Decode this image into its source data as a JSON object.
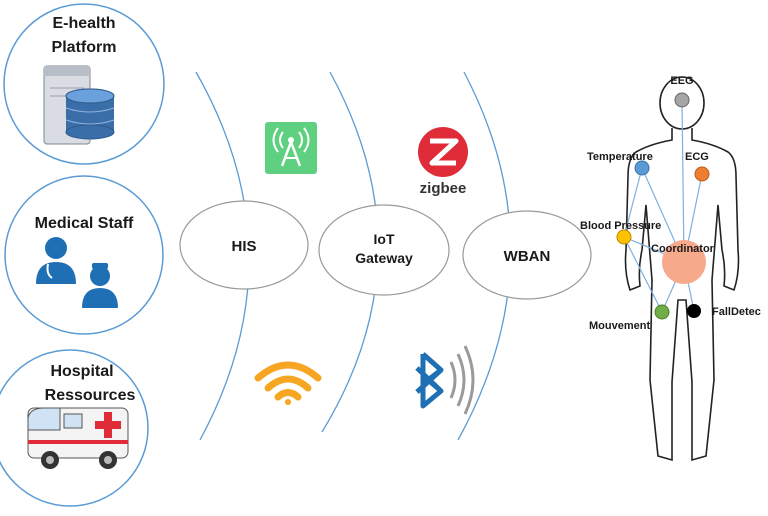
{
  "left_entities": [
    {
      "line1": "E-health",
      "line2": "Platform"
    },
    {
      "line1": "Medical Staff"
    },
    {
      "line1": "Hospital",
      "line2": "Ressources"
    }
  ],
  "layers": {
    "his": "HIS",
    "gateway_line1": "IoT",
    "gateway_line2": "Gateway",
    "wban": "WBAN"
  },
  "zigbee_label": "zigbee",
  "body_sensors": {
    "eeg": "EEG",
    "temperature": "Temperature",
    "ecg": "ECG",
    "blood_pressure": "Blood Pressure",
    "coordinator": "Coordinator",
    "movement": "Mouvement",
    "fall": "FallDetec"
  },
  "colors": {
    "circle_stroke": "#5b9bd5",
    "wifi": "#f6a623",
    "cell_green": "#5fcf80",
    "zigbee_red": "#e02b39",
    "bluetooth": "#1f6fb5",
    "coordinator": "#f7a98c",
    "temperature": "#5b9bd5",
    "ecg": "#ed7d31",
    "blood_pressure": "#ffc000",
    "movement": "#70ad47",
    "fall": "#000000",
    "eeg": "#a5a5a5"
  }
}
